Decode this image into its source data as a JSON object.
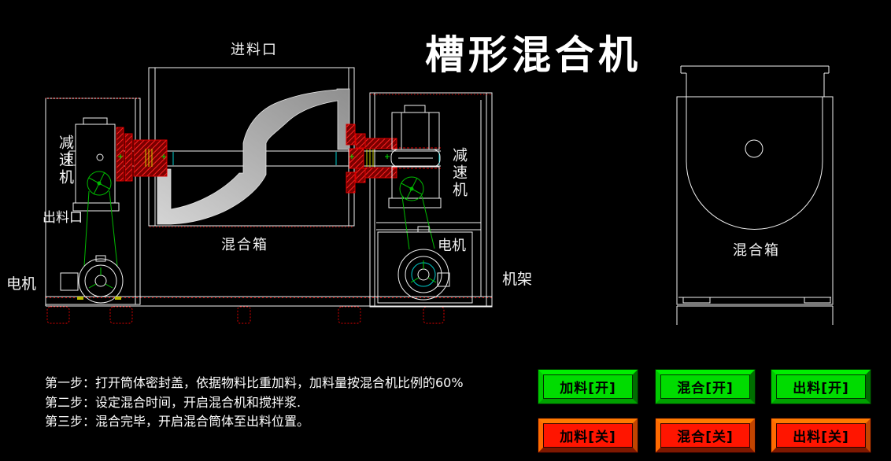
{
  "title": "槽形混合机",
  "diagram": {
    "labels": {
      "feed_inlet": "进料口",
      "mixing_box_front": "混合箱",
      "discharge_port": "出料口",
      "reducer_left": "减速机",
      "reducer_right": "减速机",
      "motor_left": "电机",
      "motor_right": "电机",
      "frame": "机架",
      "mixing_box_side": "混合箱"
    },
    "colors": {
      "line": "#F2F2F2",
      "coupling_red": "#CC0000",
      "belt_green": "#00BB00",
      "ribbon_gray": "#A8A8A8",
      "accent_cyan": "#00CCCC",
      "accent_yellow": "#CCCC00"
    }
  },
  "instructions": {
    "step1": "第一步：打开筒体密封盖，依据物料比重加料，加料量按混合机比例的60%",
    "step2": "第二步：设定混合时间，开启混合机和搅拌浆.",
    "step3": "第三步：混合完毕，开启混合筒体至出料位置。"
  },
  "controls": {
    "on_color": "#00DC00",
    "off_color": "#FF1500",
    "on_buttons": [
      {
        "label": "加料[开]"
      },
      {
        "label": "混合[开]"
      },
      {
        "label": "出料[开]"
      }
    ],
    "off_buttons": [
      {
        "label": "加料[关]"
      },
      {
        "label": "混合[关]"
      },
      {
        "label": "出料[关]"
      }
    ]
  }
}
